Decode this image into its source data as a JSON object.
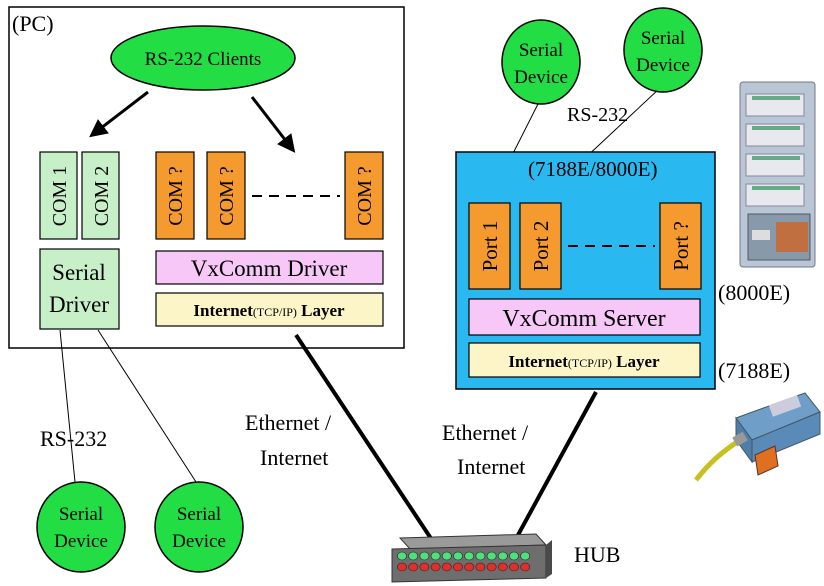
{
  "pc": {
    "label": "(PC)",
    "clients": "RS-232 Clients",
    "com_ports": [
      "COM 1",
      "COM 2"
    ],
    "virtual_ports": [
      "COM ?",
      "COM ?",
      "COM ?"
    ],
    "serial_driver": [
      "Serial",
      "Driver"
    ],
    "vxcomm_driver": "VxComm Driver",
    "internet_layer": {
      "main": "Internet",
      "sub": "(TCP/IP)",
      "end": " Layer"
    },
    "rs232_label": "RS-232",
    "ethernet_label": [
      "Ethernet /",
      "Internet"
    ]
  },
  "server": {
    "label": "(7188E/8000E)",
    "ports": [
      "Port 1",
      "Port 2",
      "Port ?"
    ],
    "vxcomm_server": "VxComm Server",
    "internet_layer": {
      "main": "Internet",
      "sub": "(TCP/IP)",
      "end": " Layer"
    },
    "rs232_label": "RS-232",
    "ethernet_label": [
      "Ethernet /",
      "Internet"
    ]
  },
  "serial_device": [
    "Serial",
    "Device"
  ],
  "hub_label": "HUB",
  "device_labels": {
    "d8000e": "(8000E)",
    "d7188e": "(7188E)"
  },
  "colors": {
    "device_green": "#22dd44",
    "com_green": "#c8f0c8",
    "port_orange": "#f59a2e",
    "vxcomm_pink": "#f7c8f7",
    "layer_yellow": "#fbf5c8",
    "server_blue": "#2ab8f0"
  }
}
